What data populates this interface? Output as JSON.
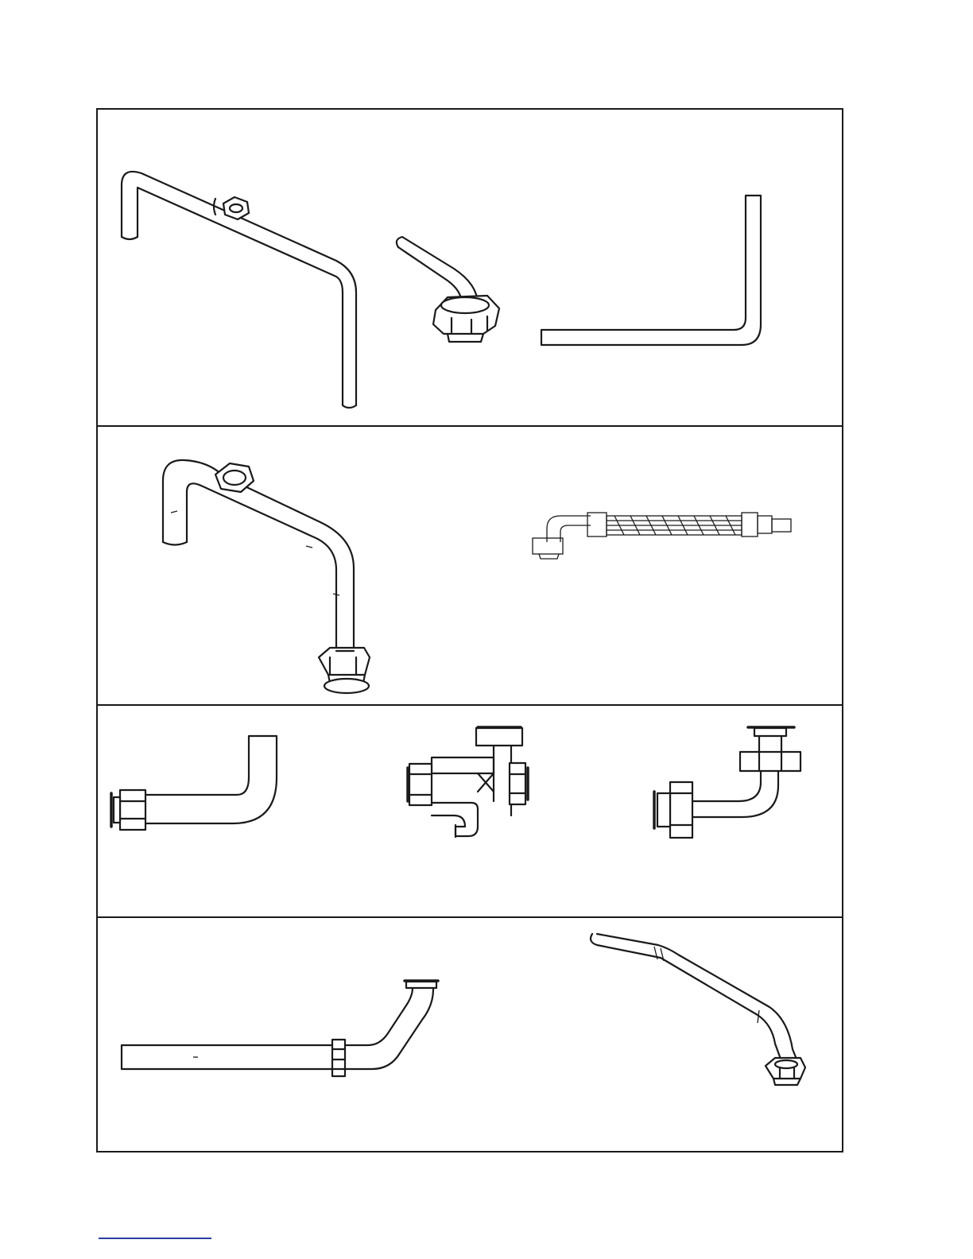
{
  "page": {
    "background": "#ffffff",
    "frame_color": "#1a1a1a",
    "footer_rule_color": "#2b3f9e"
  },
  "panels": [
    {
      "id": "row-1",
      "items": [
        "swan-neck-pipe-with-nut-icon",
        "curved-pipe-with-lock-nut-icon",
        "l-shaped-pipe-icon"
      ]
    },
    {
      "id": "row-2",
      "items": [
        "swan-neck-pipe-with-union-icon",
        "braided-flexible-hose-icon"
      ]
    },
    {
      "id": "row-3",
      "items": [
        "elbow-pipe-with-union-icon",
        "tee-fitting-with-unions-icon",
        "elbow-with-two-unions-icon"
      ]
    },
    {
      "id": "row-4",
      "items": [
        "straight-pipe-with-coupling-icon",
        "angled-pipe-with-union-icon"
      ]
    }
  ]
}
